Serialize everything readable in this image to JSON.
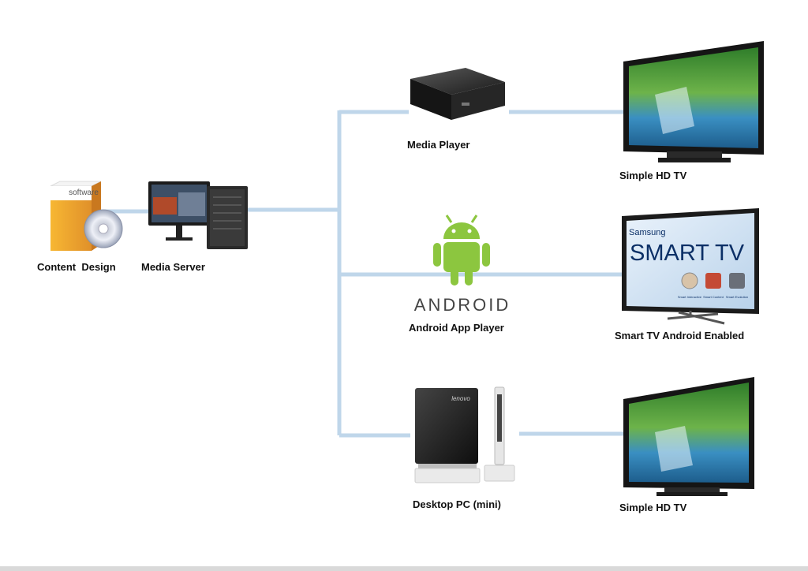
{
  "colors": {
    "connector": "#bfd6ea",
    "background": "#ffffff"
  },
  "software_box": {
    "text": "software"
  },
  "tv_brand": {
    "line1": "Samsung",
    "line2": "SMART TV",
    "app_labels": [
      "Smart Interactive",
      "Smart Content",
      "Smart Evolution"
    ]
  },
  "mini_pc_brand": "lenovo",
  "android_wordmark": "ANDROID",
  "labels": {
    "content_design": "Content  Design",
    "media_server": "Media Server",
    "media_player": "Media Player",
    "android_app_player": "Android App Player",
    "desktop_pc_mini": "Desktop PC (mini)",
    "simple_hd_tv_top": "Simple HD TV",
    "smart_tv": "Smart TV Android Enabled",
    "simple_hd_tv_bottom": "Simple HD TV"
  }
}
